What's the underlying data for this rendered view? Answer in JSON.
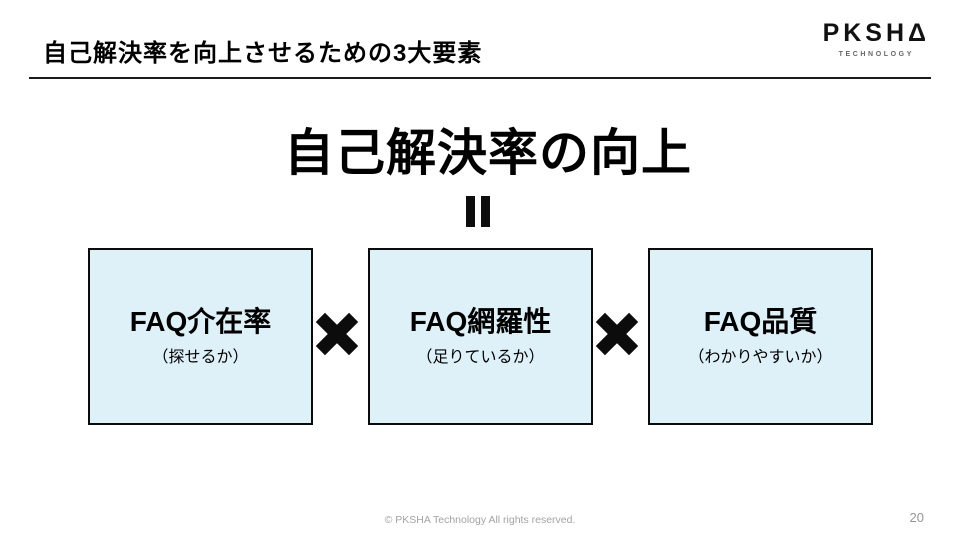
{
  "slide": {
    "header": {
      "title": "自己解決率を向上させるための3大要素"
    },
    "logo": {
      "wordmark": "PKSHΔ",
      "subtext": "TECHNOLOGY"
    },
    "main": {
      "heading": "自己解決率の向上",
      "equals_icon": "rotated-equals",
      "operator_icon": "heavy-multiplication-x",
      "boxes": [
        {
          "title": "FAQ介在率",
          "subtitle": "（探せるか）"
        },
        {
          "title": "FAQ網羅性",
          "subtitle": "（足りているか）"
        },
        {
          "title": "FAQ品質",
          "subtitle": "（わかりやすいか）"
        }
      ]
    },
    "footer": {
      "copyright": "© PKSHA Technology All rights reserved.",
      "page_number": "20"
    },
    "colors": {
      "box_fill": "#def0f8",
      "box_border": "#0b0b0b",
      "footer_gray": "#a3a3a3"
    }
  }
}
